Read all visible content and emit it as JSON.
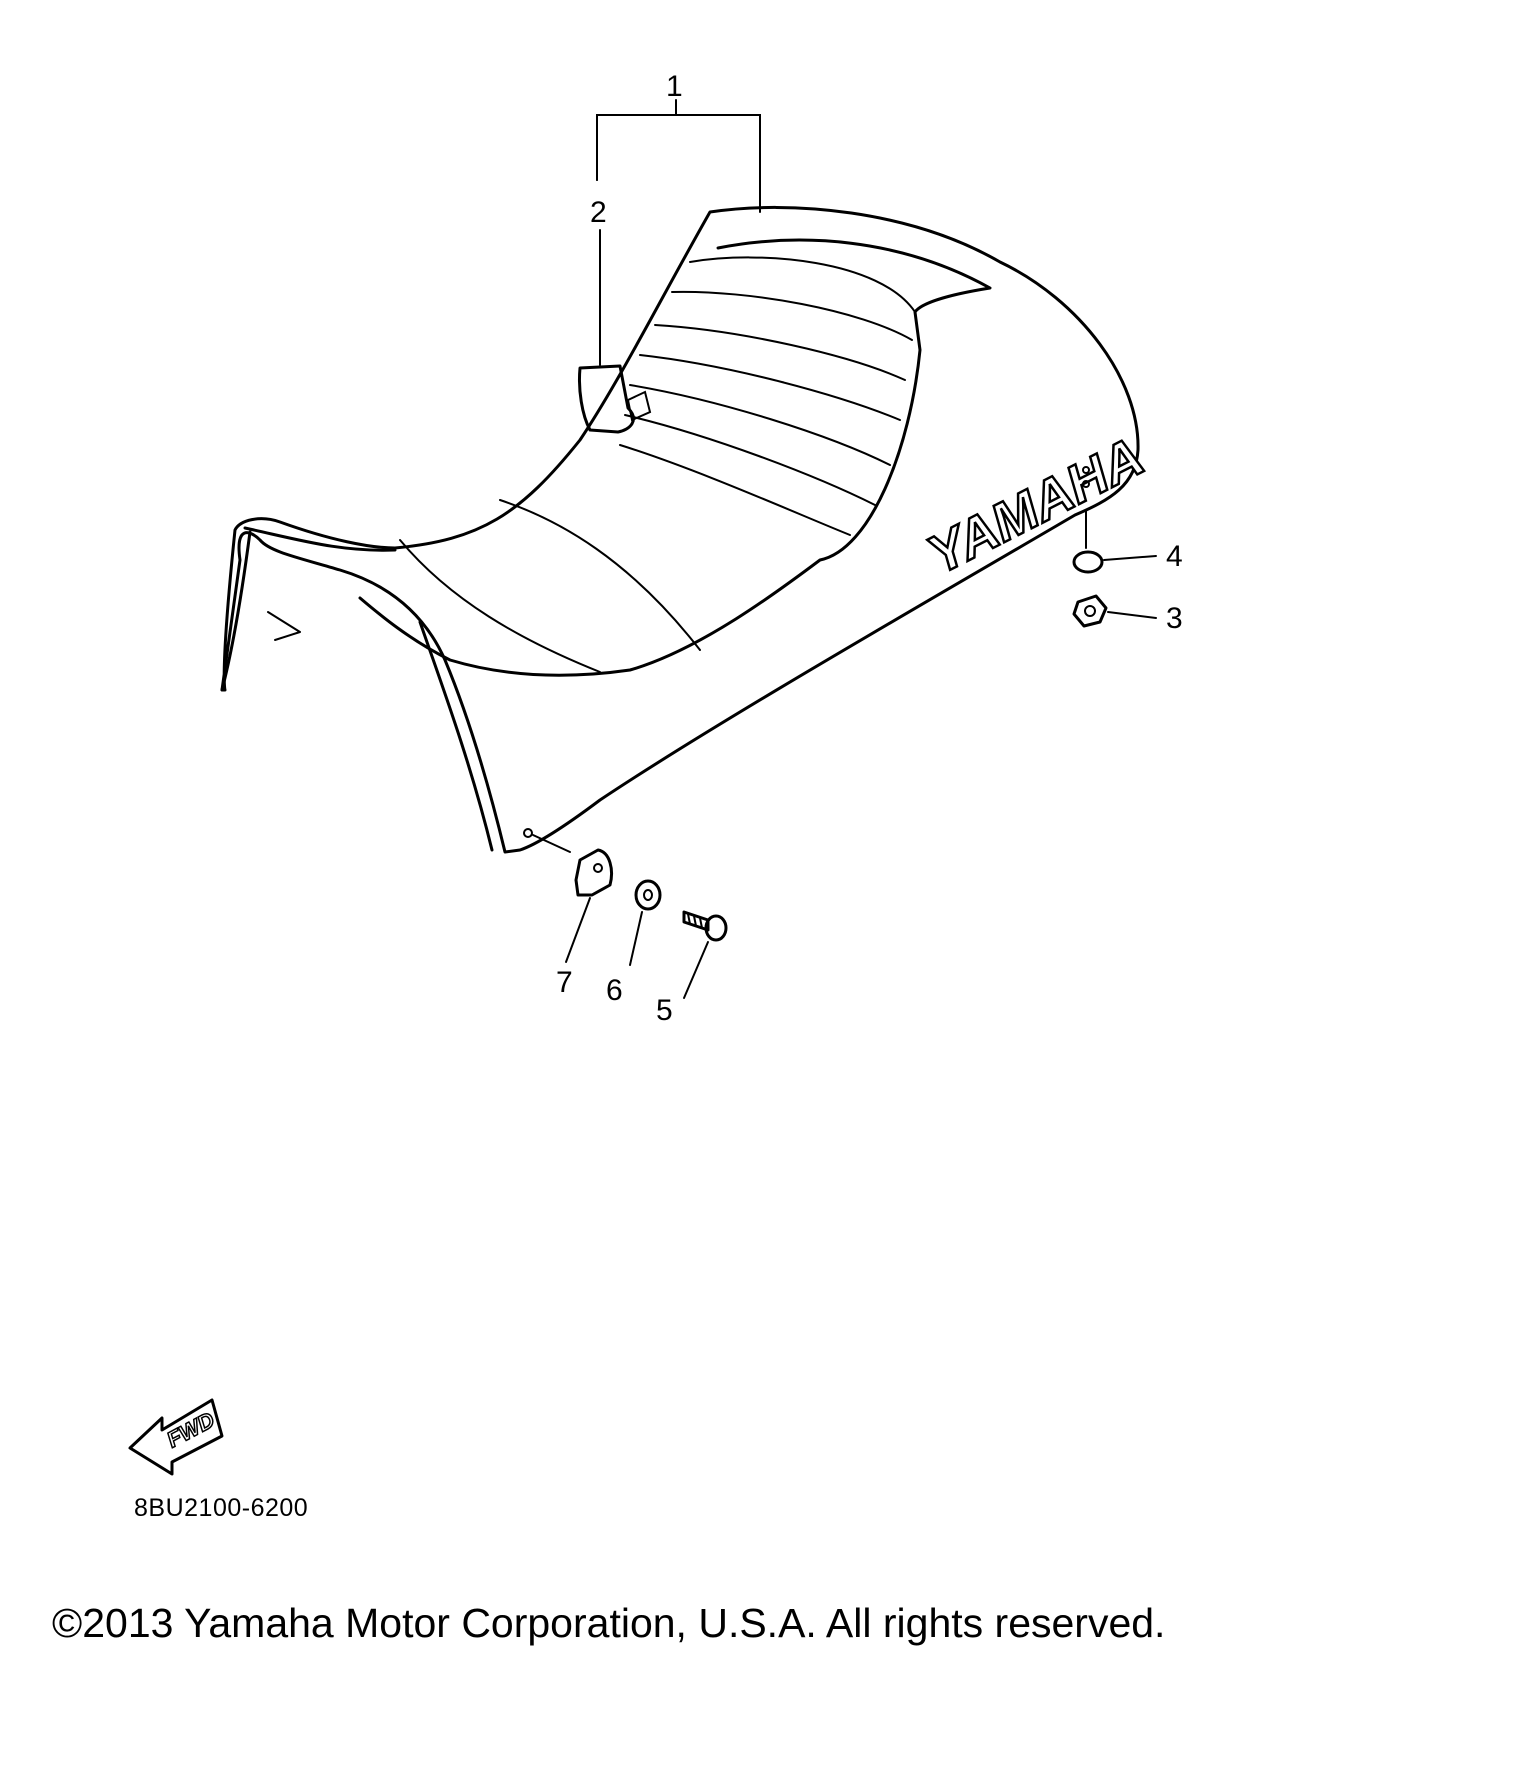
{
  "diagram": {
    "callouts": [
      "1",
      "2",
      "3",
      "4",
      "5",
      "6",
      "7"
    ],
    "seat_brand_lettering": "YAMAHA",
    "direction_arrow_label": "FWD",
    "part_code": "8BU2100-6200",
    "copyright": "©2013 Yamaha Motor Corporation, U.S.A. All rights reserved."
  }
}
